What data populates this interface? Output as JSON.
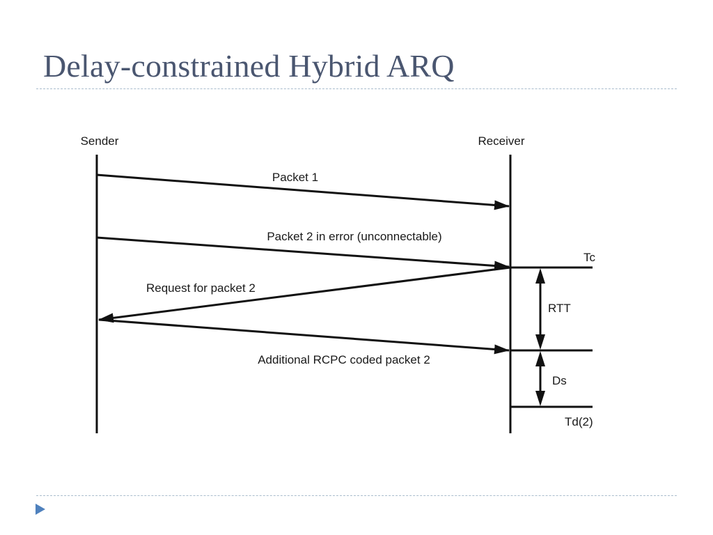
{
  "slide": {
    "title": "Delay-constrained Hybrid ARQ"
  },
  "diagram": {
    "lifelines": {
      "sender": "Sender",
      "receiver": "Receiver"
    },
    "messages": {
      "packet1": "Packet 1",
      "packet2": "Packet 2 in error (unconnectable)",
      "request": "Request for packet 2",
      "additional": "Additional RCPC coded packet 2"
    },
    "markers": {
      "tc": "Tc",
      "rtt": "RTT",
      "ds": "Ds",
      "td2": "Td(2)"
    }
  },
  "colors": {
    "title": "#4a5670",
    "rule": "#a9bccd",
    "bullet": "#4f81bd",
    "lines": "#111111"
  },
  "icons": {
    "bullet": "triangle-bullet-icon"
  }
}
